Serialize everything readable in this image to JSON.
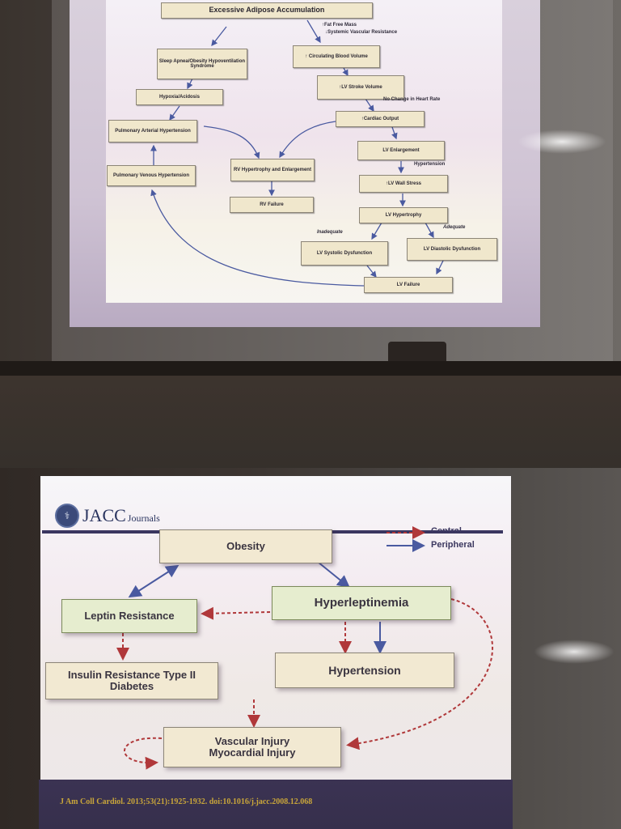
{
  "top_slide": {
    "boxes": {
      "excessive": "Excessive Adipose Accumulation",
      "sleep_apnea": "Sleep Apnea/Obesity Hypoventilation Syndrome",
      "circ_volume": "↑ Circulating Blood Volume",
      "hypoxia": "Hypoxia/Acidosis",
      "lv_stroke": "↑LV Stroke Volume",
      "pulm_art": "Pulmonary Arterial Hypertension",
      "cardiac_output": "↑Cardiac Output",
      "pulm_ven": "Pulmonary Venous Hypertension",
      "rv_hyper": "RV Hypertrophy and Enlargement",
      "lv_enlarge": "LV Enlargement",
      "rv_failure": "RV Failure",
      "lv_wall": "↑LV Wall Stress",
      "lv_hypertrophy": "LV Hypertrophy",
      "lv_systolic": "LV Systolic Dysfunction",
      "lv_diastolic": "LV Diastolic Dysfunction",
      "lv_failure": "LV Failure"
    },
    "labels": {
      "fat_free": "↑Fat Free Mass",
      "svr": "↓Systemic Vascular Resistance",
      "heart_rate": "No Change in Heart Rate",
      "hypertension": "Hypertension",
      "inadequate": "Inadequate",
      "adequate": "Adequate"
    }
  },
  "bottom_slide": {
    "logo": {
      "main": "JACC",
      "sub": "Journals"
    },
    "legend": {
      "central": "Central",
      "peripheral": "Peripheral"
    },
    "boxes": {
      "obesity": "Obesity",
      "leptin_resistance": "Leptin Resistance",
      "hyperleptinemia": "Hyperleptinemia",
      "insulin": "Insulin Resistance Type II Diabetes",
      "hypertension": "Hypertension",
      "vascular": "Vascular Injury Myocardial Injury"
    },
    "citation": "J Am Coll Cardiol. 2013;53(21):1925-1932. doi:10.1016/j.jacc.2008.12.068"
  },
  "colors": {
    "central_arrow": "#b0383a",
    "peripheral_arrow": "#4a5aa0",
    "top_arrow": "#4a5aa0"
  }
}
